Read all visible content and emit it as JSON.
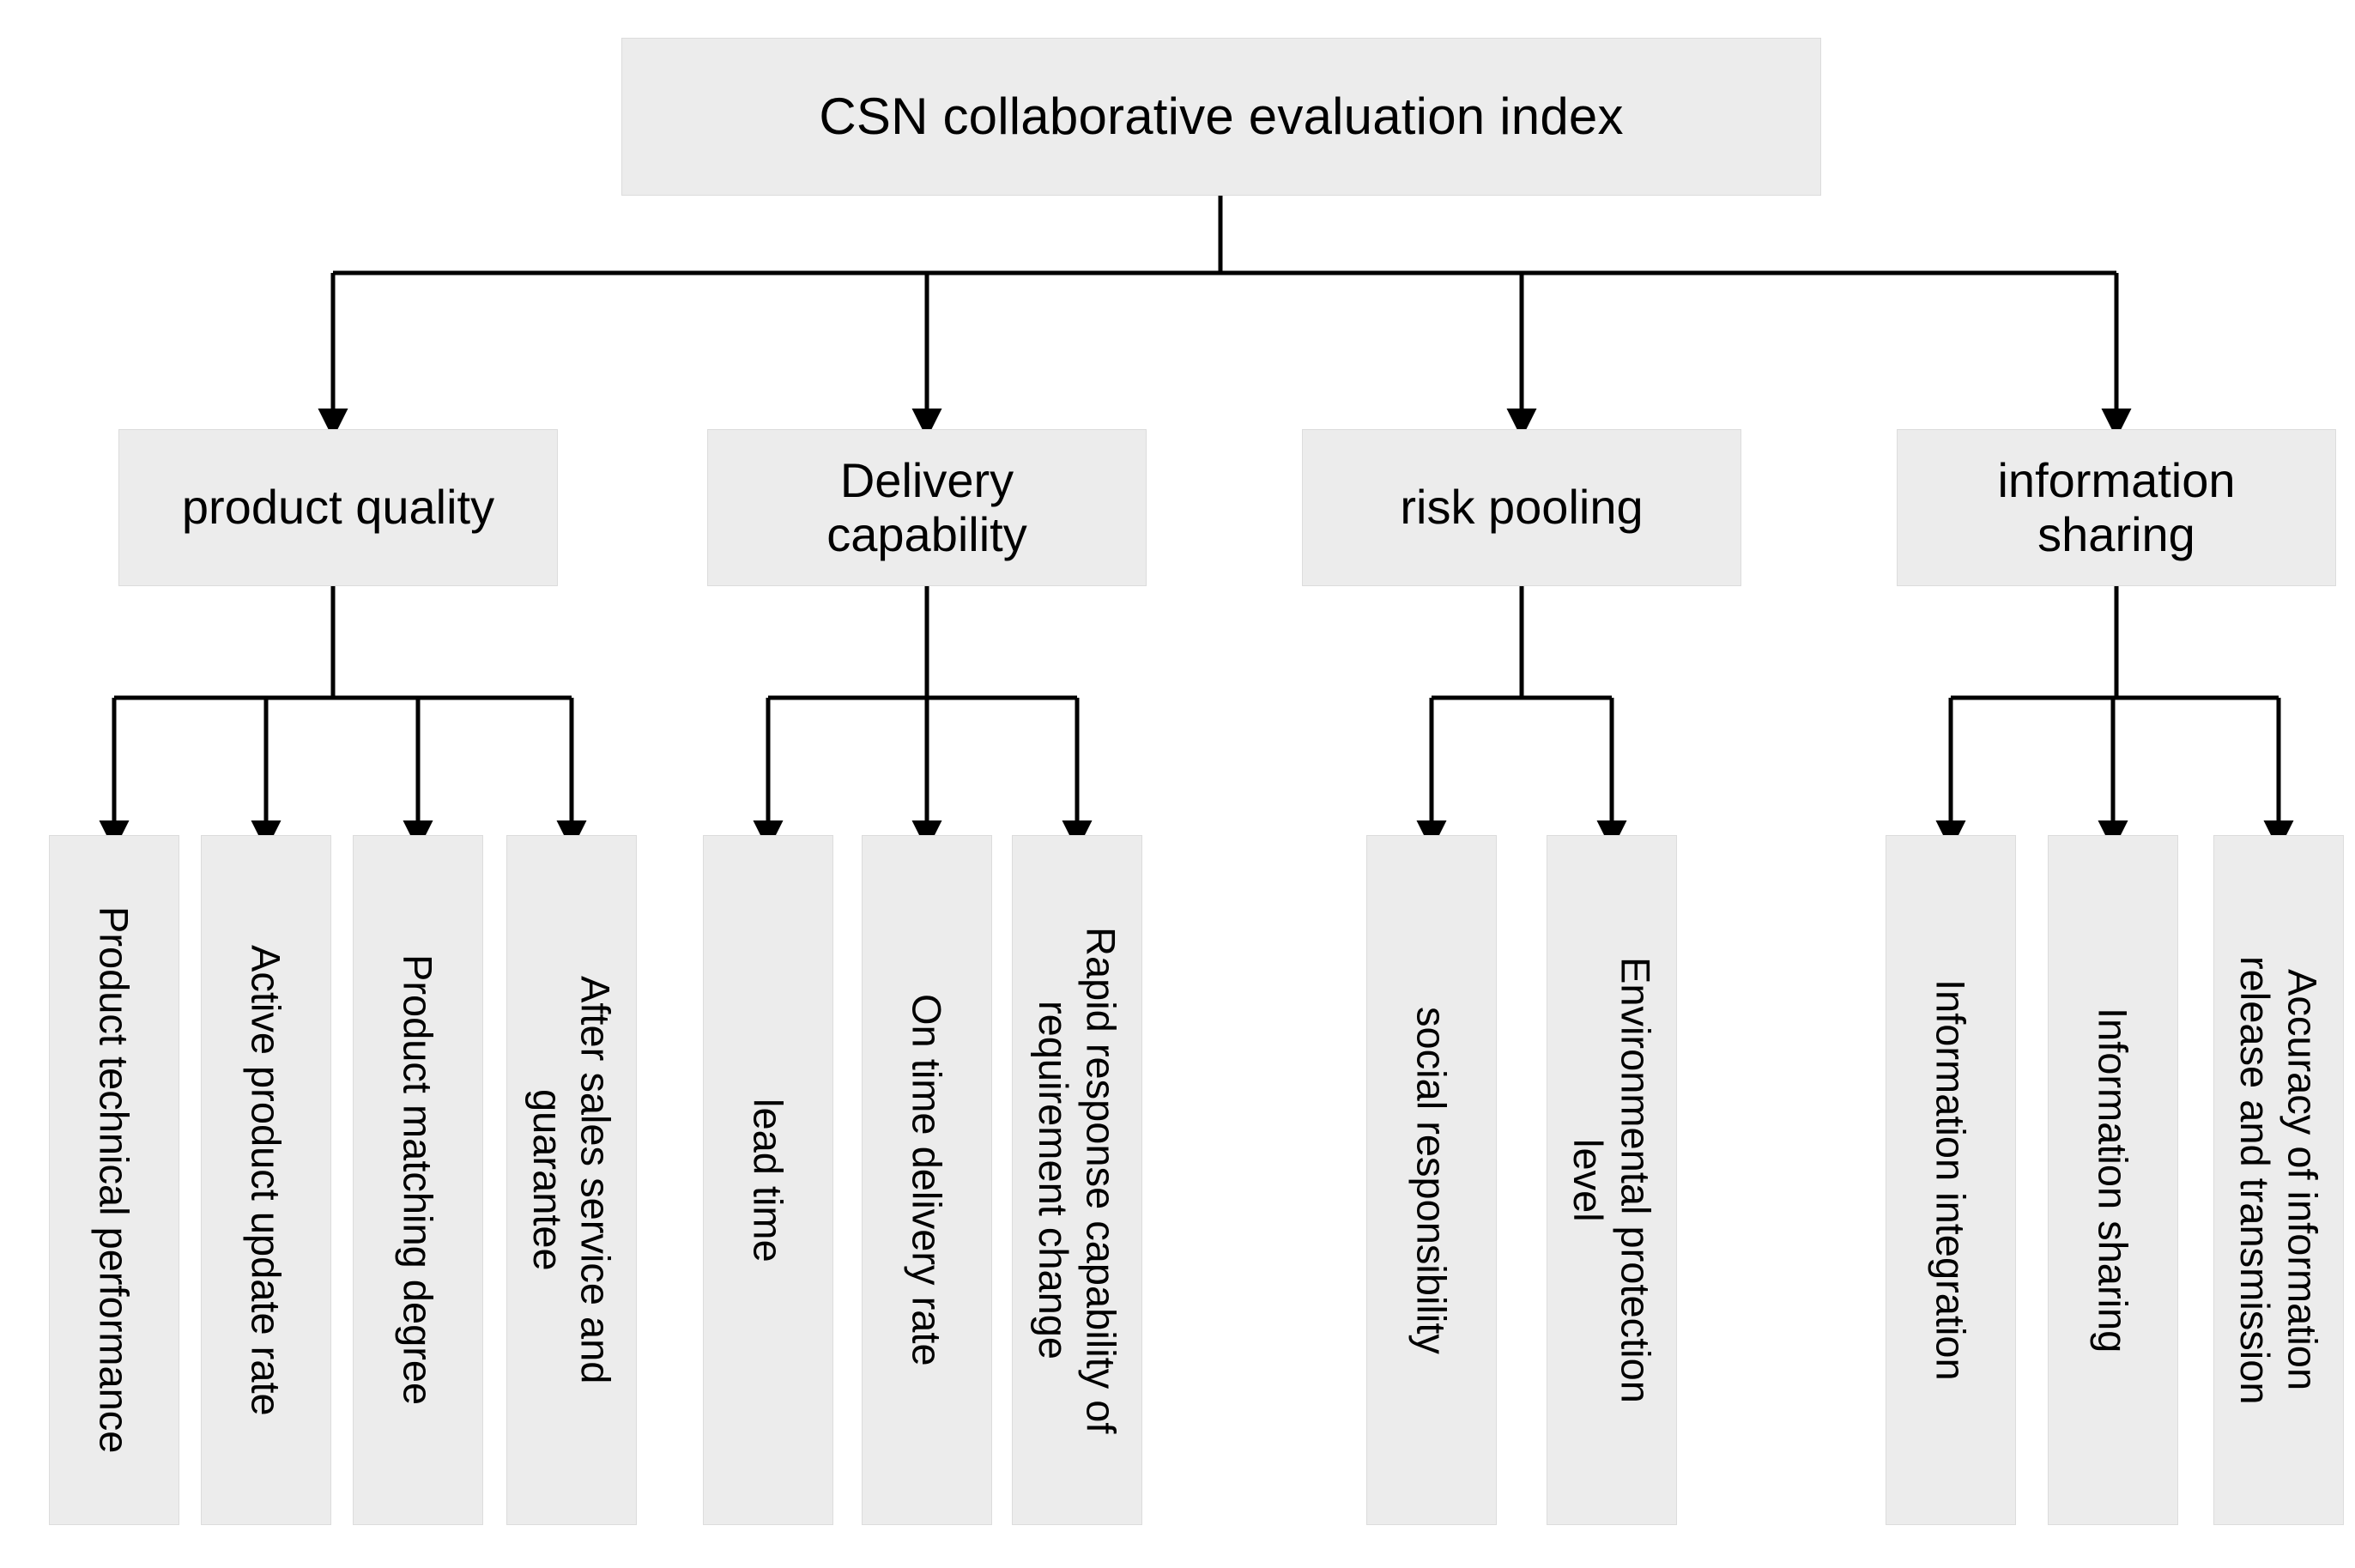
{
  "diagram": {
    "type": "hierarchy-tree",
    "orientation": "top-down",
    "levels": 3,
    "box_fill": "#ececec",
    "box_border": "#dcdcdc",
    "connector_color": "#000000",
    "background": "#ffffff"
  },
  "root": {
    "label": "CSN collaborative evaluation index"
  },
  "criteria": [
    {
      "label": "product quality",
      "indicators": [
        {
          "label": "Product technical performance"
        },
        {
          "label": "Active product update rate"
        },
        {
          "label": "Product matching degree"
        },
        {
          "label": "After sales service and\nguarantee"
        }
      ]
    },
    {
      "label": "Delivery\ncapability",
      "indicators": [
        {
          "label": "lead time"
        },
        {
          "label": "On time delivery rate"
        },
        {
          "label": "Rapid response capability of\nrequirement change"
        }
      ]
    },
    {
      "label": "risk pooling",
      "indicators": [
        {
          "label": "social responsibility"
        },
        {
          "label": "Environmental protection\nlevel"
        }
      ]
    },
    {
      "label": "information\nsharing",
      "indicators": [
        {
          "label": "Information integration"
        },
        {
          "label": "Information sharing"
        },
        {
          "label": "Accuracy of information\nrelease and transmission"
        }
      ]
    }
  ]
}
